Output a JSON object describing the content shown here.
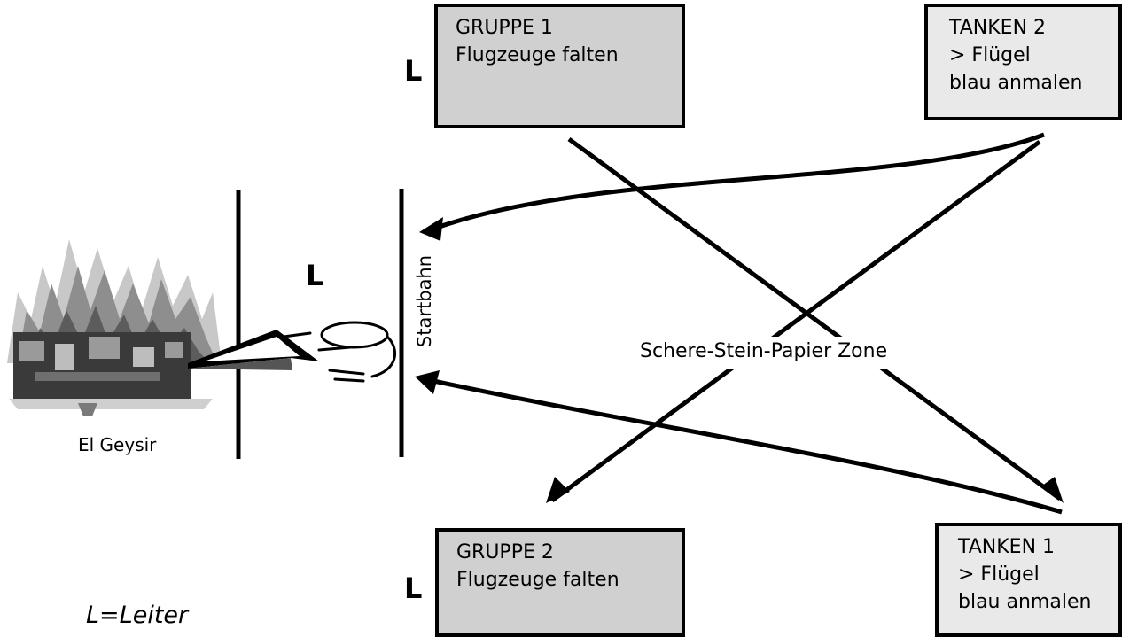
{
  "group1": {
    "title": "GRUPPE 1",
    "task": "Flugzeuge falten",
    "leader": "L"
  },
  "group2": {
    "title": "GRUPPE 2",
    "task": "Flugzeuge falten",
    "leader": "L"
  },
  "tanken2": {
    "title": "TANKEN 2",
    "line2": "> Flügel",
    "line3": "blau anmalen"
  },
  "tanken1": {
    "title": "TANKEN 1",
    "line2": "> Flügel",
    "line3": "blau anmalen"
  },
  "runway": {
    "label": "Startbahn",
    "leader": "L"
  },
  "geyser": {
    "label": "El Geysir"
  },
  "zone": {
    "label": "Schere-Stein-Papier Zone"
  },
  "legend": {
    "text": "L=Leiter"
  },
  "colors": {
    "box_fill_groups": "#d0d0d0",
    "box_fill_tanken": "#e9e9e9",
    "ink": "#000000"
  }
}
